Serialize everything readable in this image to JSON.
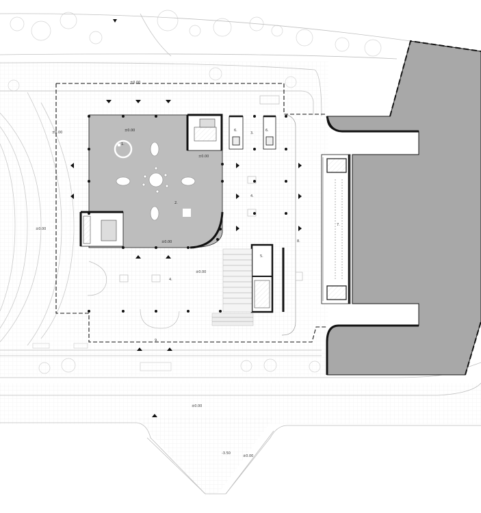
{
  "labels": {
    "elev_main_hall": "±0.00",
    "elev_west_upper": "±0.00",
    "elev_west": "±0.00",
    "elev_hall_bottom": "±0.00",
    "elev_foyer_south": "±0.00",
    "elev_foyer_east": "±0.00",
    "elev_street": "±0.00",
    "elev_plaza_low": "-3.50",
    "elev_plaza": "±0.00",
    "elev_top": "±0.00",
    "room_1": "1.",
    "room_2": "2.",
    "room_3": "3.",
    "room_4a": "4.",
    "room_4b": "4.",
    "room_5": "5.",
    "room_6a": "6.",
    "room_6b": "6.",
    "room_7": "7.",
    "room_8": "8.",
    "room_9": "9."
  },
  "colors": {
    "hall_fill": "#bdbdbd",
    "building_fill": "#a8a8a8",
    "wall": "#111111",
    "line": "#b5b5b5",
    "paving": "#e6e6e6"
  }
}
